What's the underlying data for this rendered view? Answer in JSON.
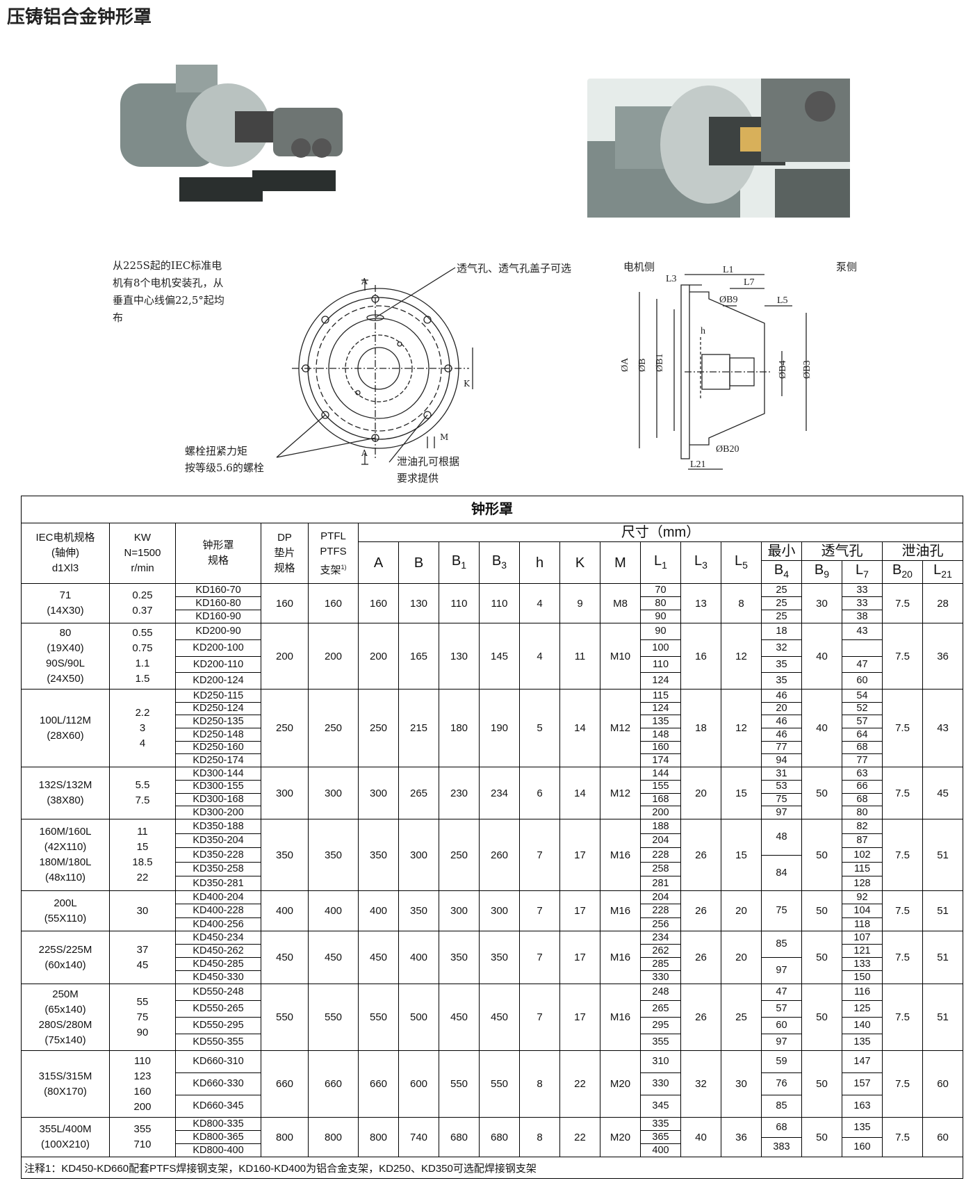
{
  "page_title": "压铸铝合金钟形罩",
  "notes": {
    "left_mount": "从225S起的IEC标准电机有8个电机安装孔，从垂直中心线偏22,5°起均布",
    "vent": "透气孔、透气孔盖子可选",
    "bolt_line1": "螺栓扭紧力矩",
    "bolt_line2": "按等级5.6的螺栓",
    "drain_line1": "泄油孔可根据",
    "drain_line2": "要求提供",
    "motor_side": "电机侧",
    "pump_side": "泵侧",
    "sec_a": "A",
    "dim_k": "K",
    "dim_m": "M"
  },
  "table": {
    "caption": "钟形罩",
    "headers": {
      "iec": [
        "IEC电机规格",
        "(轴伸)",
        "d1Xl3"
      ],
      "kw": [
        "KW",
        "N=1500",
        "r/min"
      ],
      "spec": [
        "钟形罩",
        "规格"
      ],
      "dp": [
        "DP",
        "垫片",
        "规格"
      ],
      "ptfl": [
        "PTFL",
        "PTFS",
        "支架"
      ],
      "ptfl_sup": "1)",
      "dims_group": "尺寸（mm）",
      "b4_top": "最小",
      "vent_group": "透气孔",
      "drain_group": "泄油孔"
    },
    "rows": [
      {
        "iec": [
          "71",
          "(14X30)"
        ],
        "kw": [
          "0.25",
          "0.37"
        ],
        "specs": [
          "KD160-70",
          "KD160-80",
          "KD160-90"
        ],
        "dp": "160",
        "ptfl": "160",
        "A": "160",
        "B": "130",
        "B1": "110",
        "B3": "110",
        "h": "4",
        "K": "9",
        "M": "M8",
        "L1": [
          "70",
          "80",
          "90"
        ],
        "L3": "13",
        "L5": "8",
        "B4": [
          "25",
          "25",
          "25"
        ],
        "B9": "30",
        "L7": [
          "33",
          "33",
          "38"
        ],
        "B20": "7.5",
        "L21": "28"
      },
      {
        "iec": [
          "80",
          "(19X40)",
          "90S/90L",
          "(24X50)"
        ],
        "kw": [
          "0.55",
          "0.75",
          "1.1",
          "1.5"
        ],
        "specs": [
          "KD200-90",
          "KD200-100",
          "KD200-110",
          "KD200-124"
        ],
        "dp": "200",
        "ptfl": "200",
        "A": "200",
        "B": "165",
        "B1": "130",
        "B3": "145",
        "h": "4",
        "K": "11",
        "M": "M10",
        "L1": [
          "90",
          "100",
          "110",
          "124"
        ],
        "L3": "16",
        "L5": "12",
        "B4": [
          "18",
          "32",
          "35",
          "35"
        ],
        "B9": "40",
        "L7": [
          "43",
          "",
          "47",
          "60"
        ],
        "B20": "7.5",
        "L21": "36"
      },
      {
        "iec": [
          "100L/112M",
          "(28X60)"
        ],
        "kw": [
          "2.2",
          "3",
          "4"
        ],
        "specs": [
          "KD250-115",
          "KD250-124",
          "KD250-135",
          "KD250-148",
          "KD250-160",
          "KD250-174"
        ],
        "dp": "250",
        "ptfl": "250",
        "A": "250",
        "B": "215",
        "B1": "180",
        "B3": "190",
        "h": "5",
        "K": "14",
        "M": "M12",
        "L1": [
          "115",
          "124",
          "135",
          "148",
          "160",
          "174"
        ],
        "L3": "18",
        "L5": "12",
        "B4": [
          "46",
          "20",
          "46",
          "46",
          "77",
          "94"
        ],
        "B9": "40",
        "L7": [
          "54",
          "52",
          "57",
          "64",
          "68",
          "77"
        ],
        "B20": "7.5",
        "L21": "43"
      },
      {
        "iec": [
          "132S/132M",
          "(38X80)"
        ],
        "kw": [
          "5.5",
          "7.5"
        ],
        "specs": [
          "KD300-144",
          "KD300-155",
          "KD300-168",
          "KD300-200"
        ],
        "dp": "300",
        "ptfl": "300",
        "A": "300",
        "B": "265",
        "B1": "230",
        "B3": "234",
        "h": "6",
        "K": "14",
        "M": "M12",
        "L1": [
          "144",
          "155",
          "168",
          "200"
        ],
        "L3": "20",
        "L5": "15",
        "B4": [
          "31",
          "53",
          "75",
          "97"
        ],
        "B9": "50",
        "L7": [
          "63",
          "66",
          "68",
          "80"
        ],
        "B20": "7.5",
        "L21": "45"
      },
      {
        "iec": [
          "160M/160L",
          "(42X110)",
          "180M/180L",
          "(48x110)"
        ],
        "kw": [
          "11",
          "15",
          "18.5",
          "22"
        ],
        "specs": [
          "KD350-188",
          "KD350-204",
          "KD350-228",
          "KD350-258",
          "KD350-281"
        ],
        "dp": "350",
        "ptfl": "350",
        "A": "350",
        "B": "300",
        "B1": "250",
        "B3": "260",
        "h": "7",
        "K": "17",
        "M": "M16",
        "L1": [
          "188",
          "204",
          "228",
          "258",
          "281"
        ],
        "L3": "26",
        "L5": "15",
        "B4": [
          "48",
          "84"
        ],
        "B9": "50",
        "L7": [
          "82",
          "87",
          "102",
          "115",
          "128"
        ],
        "B20": "7.5",
        "L21": "51"
      },
      {
        "iec": [
          "200L",
          "(55X110)"
        ],
        "kw": [
          "30"
        ],
        "specs": [
          "KD400-204",
          "KD400-228",
          "KD400-256"
        ],
        "dp": "400",
        "ptfl": "400",
        "A": "400",
        "B": "350",
        "B1": "300",
        "B3": "300",
        "h": "7",
        "K": "17",
        "M": "M16",
        "L1": [
          "204",
          "228",
          "256"
        ],
        "L3": "26",
        "L5": "20",
        "B4": [
          "75"
        ],
        "B9": "50",
        "L7": [
          "92",
          "104",
          "118"
        ],
        "B20": "7.5",
        "L21": "51"
      },
      {
        "iec": [
          "225S/225M",
          "(60x140)"
        ],
        "kw": [
          "37",
          "45"
        ],
        "specs": [
          "KD450-234",
          "KD450-262",
          "KD450-285",
          "KD450-330"
        ],
        "dp": "450",
        "ptfl": "450",
        "A": "450",
        "B": "400",
        "B1": "350",
        "B3": "350",
        "h": "7",
        "K": "17",
        "M": "M16",
        "L1": [
          "234",
          "262",
          "285",
          "330"
        ],
        "L3": "26",
        "L5": "20",
        "B4": [
          "85",
          "97"
        ],
        "B9": "50",
        "L7": [
          "107",
          "121",
          "133",
          "150"
        ],
        "B20": "7.5",
        "L21": "51"
      },
      {
        "iec": [
          "250M",
          "(65x140)",
          "280S/280M",
          "(75x140)"
        ],
        "kw": [
          "55",
          "75",
          "90"
        ],
        "specs": [
          "KD550-248",
          "KD550-265",
          "KD550-295",
          "KD550-355"
        ],
        "dp": "550",
        "ptfl": "550",
        "A": "550",
        "B": "500",
        "B1": "450",
        "B3": "450",
        "h": "7",
        "K": "17",
        "M": "M16",
        "L1": [
          "248",
          "265",
          "295",
          "355"
        ],
        "L3": "26",
        "L5": "25",
        "B4": [
          "47",
          "57",
          "60",
          "97"
        ],
        "B9": "50",
        "L7": [
          "116",
          "125",
          "140",
          "135"
        ],
        "B20": "7.5",
        "L21": "51"
      },
      {
        "iec": [
          "315S/315M",
          "(80X170)"
        ],
        "kw": [
          "110",
          "123",
          "160",
          "200"
        ],
        "specs": [
          "KD660-310",
          "KD660-330",
          "KD660-345"
        ],
        "dp": "660",
        "ptfl": "660",
        "A": "660",
        "B": "600",
        "B1": "550",
        "B3": "550",
        "h": "8",
        "K": "22",
        "M": "M20",
        "L1": [
          "310",
          "330",
          "345"
        ],
        "L3": "32",
        "L5": "30",
        "B4": [
          "59",
          "76",
          "85"
        ],
        "B9": "50",
        "L7": [
          "147",
          "157",
          "163"
        ],
        "B20": "7.5",
        "L21": "60"
      },
      {
        "iec": [
          "355L/400M",
          "(100X210)"
        ],
        "kw": [
          "355",
          "710"
        ],
        "specs": [
          "KD800-335",
          "KD800-365",
          "KD800-400"
        ],
        "dp": "800",
        "ptfl": "800",
        "A": "800",
        "B": "740",
        "B1": "680",
        "B3": "680",
        "h": "8",
        "K": "22",
        "M": "M20",
        "L1": [
          "335",
          "365",
          "400"
        ],
        "L3": "40",
        "L5": "36",
        "B4": [
          "68",
          "383"
        ],
        "B9": "50",
        "L7": [
          "135",
          "160"
        ],
        "B20": "7.5",
        "L21": "60"
      }
    ],
    "footnote": "注释1：KD450-KD660配套PTFS焊接钢支架，KD160-KD400为铝合金支架，KD250、KD350可选配焊接钢支架"
  }
}
